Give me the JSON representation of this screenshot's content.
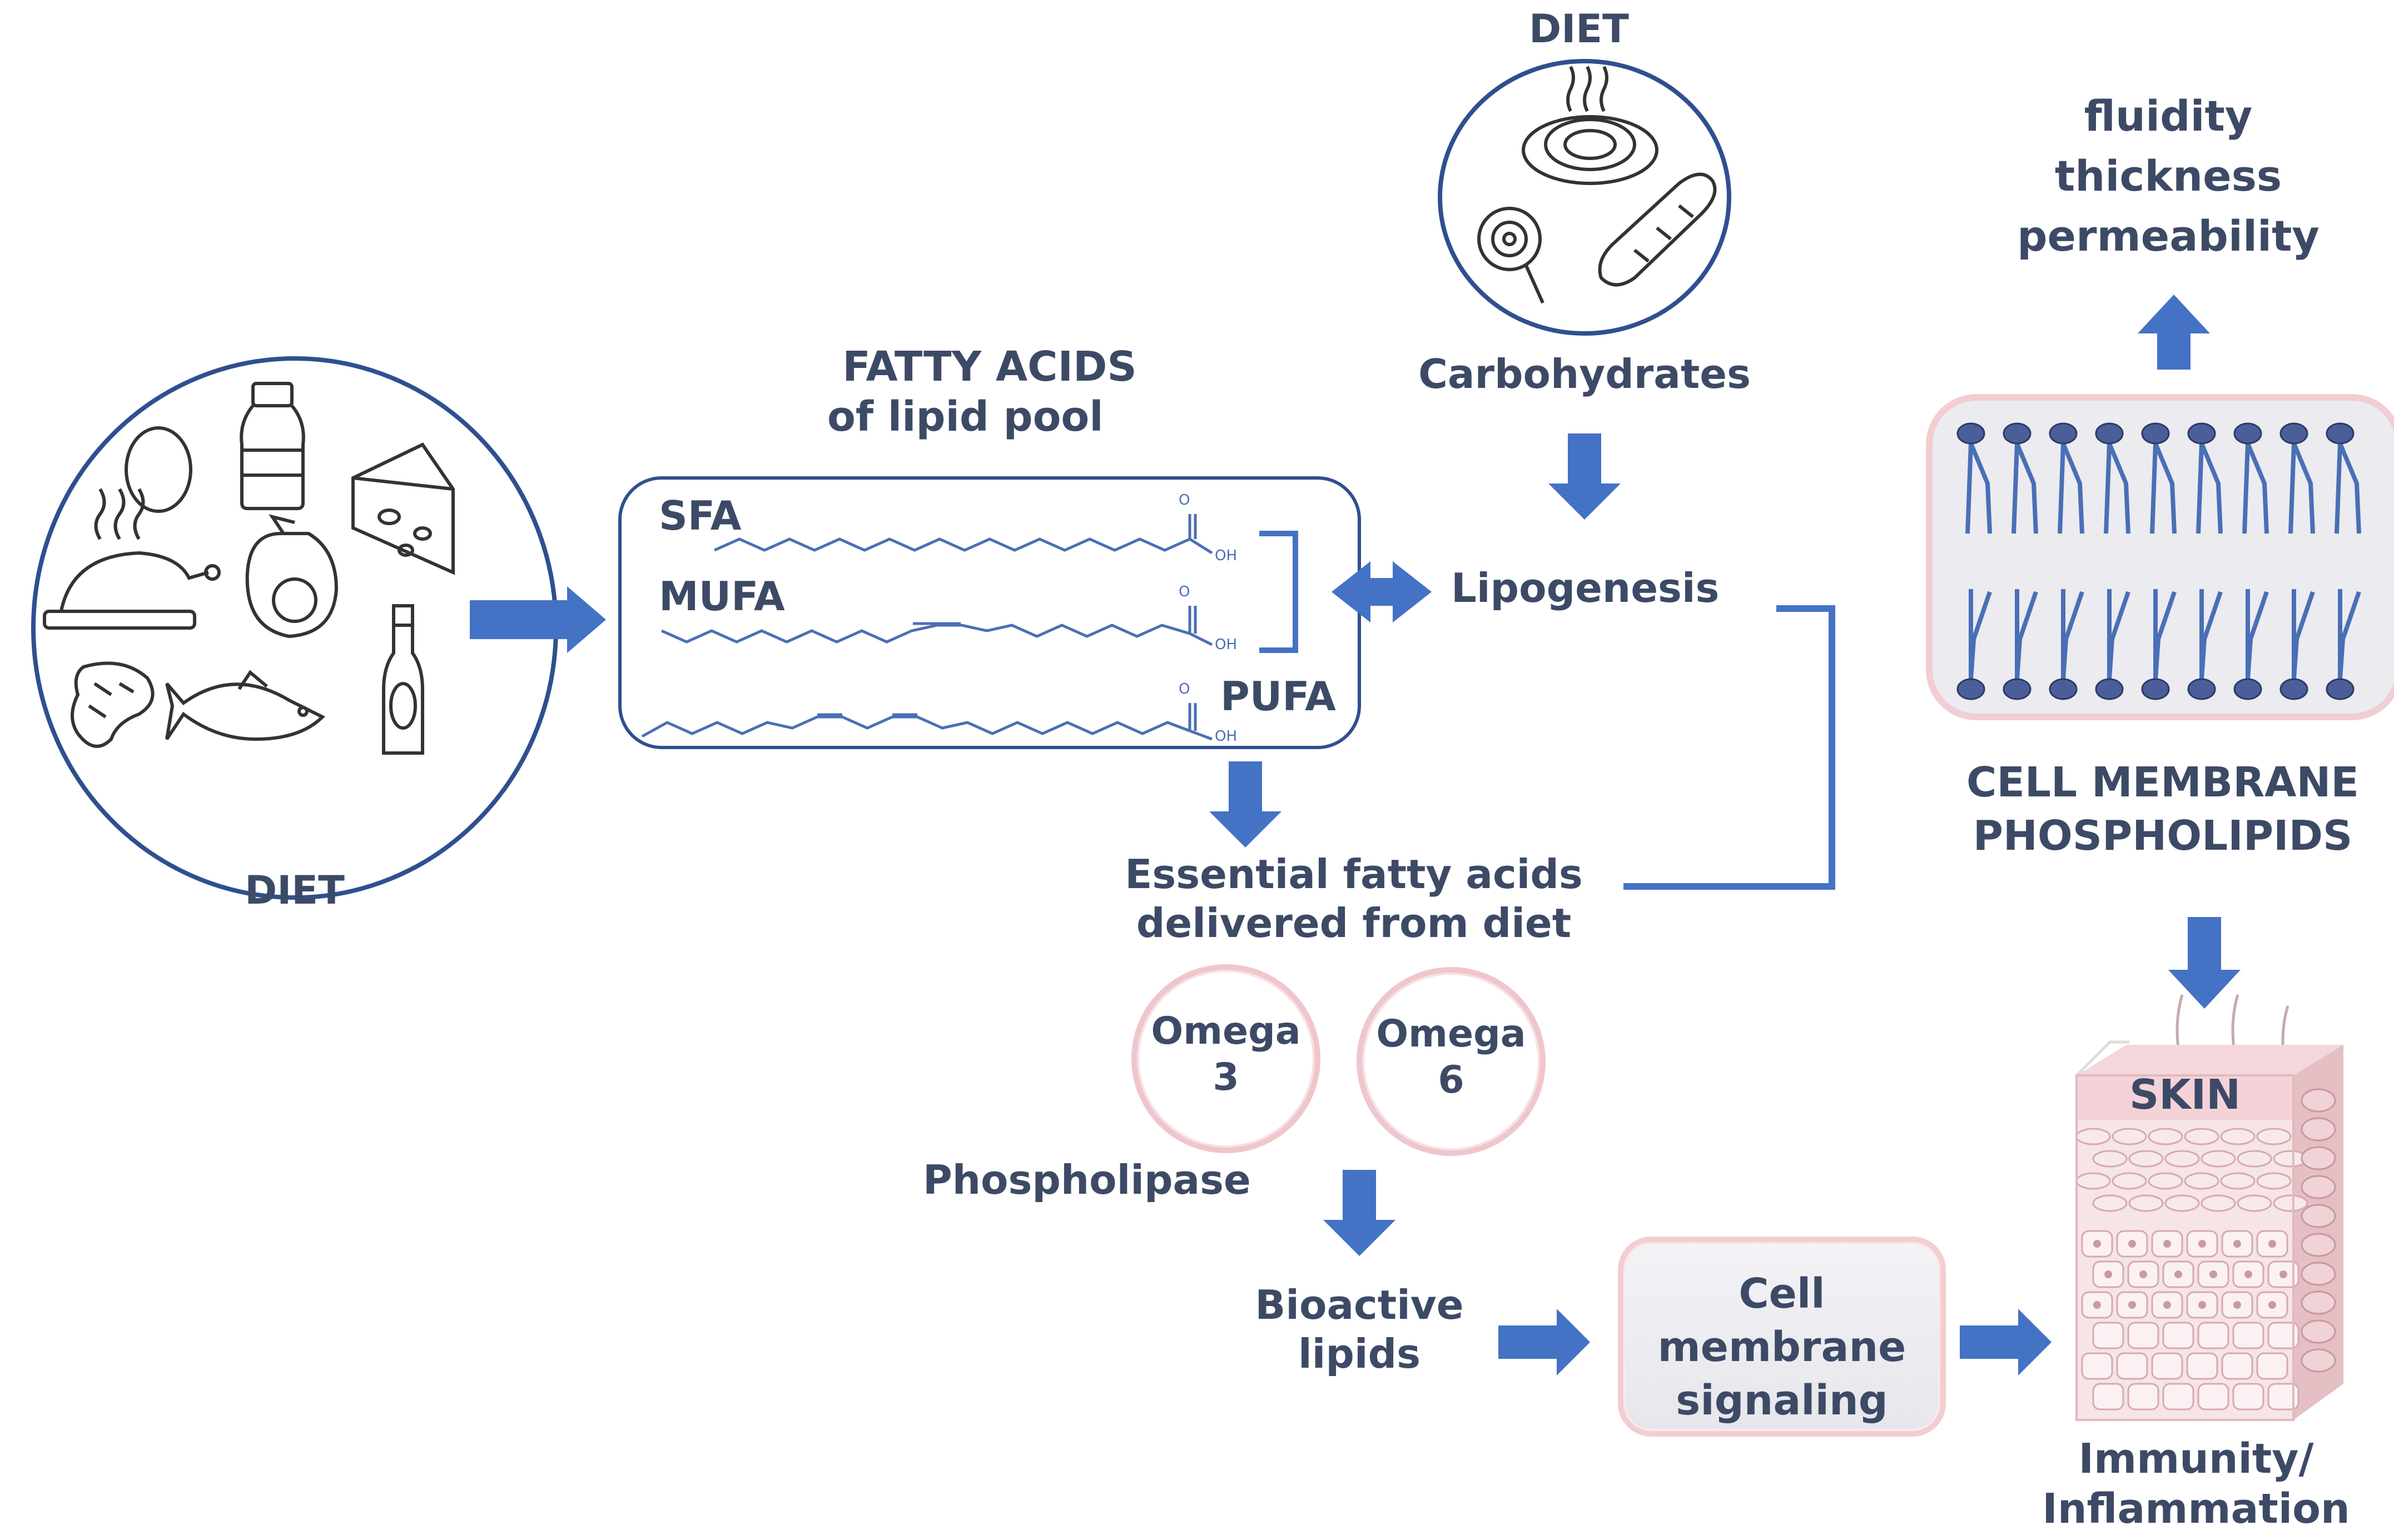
{
  "diet_left": {
    "label": "DIET"
  },
  "diet_top": {
    "label": "DIET",
    "carbs_label": "Carbohydrates"
  },
  "fatty_acids": {
    "title_line1": "FATTY ACIDS",
    "title_line2": "of lipid pool",
    "sfa": "SFA",
    "mufa": "MUFA",
    "pufa": "PUFA",
    "oh": "OH",
    "o": "O"
  },
  "lipogenesis": "Lipogenesis",
  "essential": {
    "line1": "Essential fatty acids",
    "line2": "delivered from diet"
  },
  "omega3": {
    "line1": "Omega",
    "line2": "3"
  },
  "omega6": {
    "line1": "Omega",
    "line2": "6"
  },
  "phospholipase": "Phospholipase",
  "bioactive": {
    "line1": "Bioactive",
    "line2": "lipids"
  },
  "signaling": {
    "line1": "Cell",
    "line2": "membrane",
    "line3": "signaling"
  },
  "membrane_props": {
    "line1": "fluidity",
    "line2": "thickness",
    "line3": "permeability"
  },
  "cell_membrane": {
    "line1": "CELL MEMBRANE",
    "line2": "PHOSPHOLIPIDS"
  },
  "skin": {
    "label": "SKIN",
    "outcome_line1": "Immunity/",
    "outcome_line2": "Inflammation"
  },
  "colors": {
    "text": "#3d4a66",
    "arrow": "#4472c4",
    "circle": "#2f4f8f",
    "pink": "#f2cdd2",
    "chain": "#4a6fb5"
  }
}
